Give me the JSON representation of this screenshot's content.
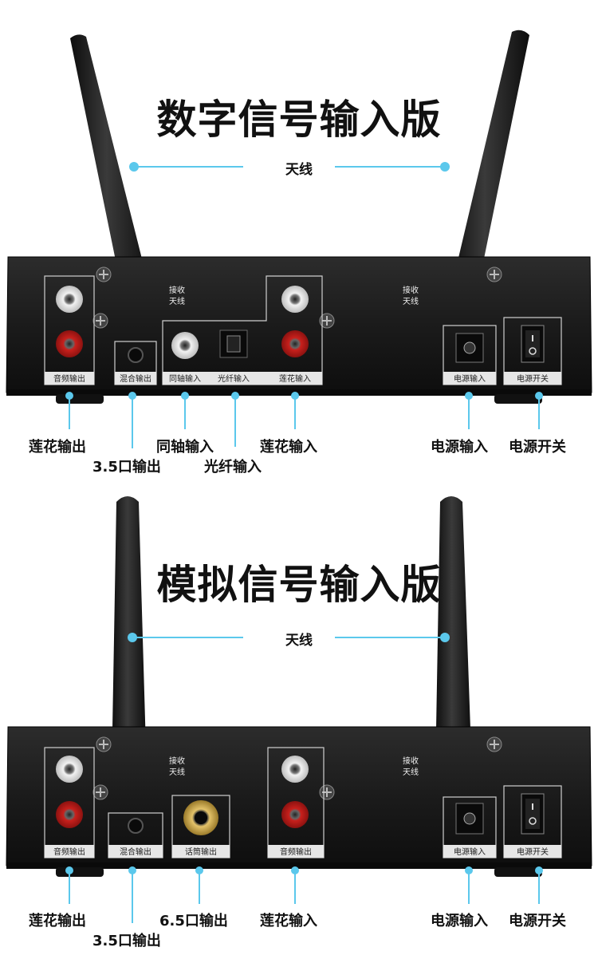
{
  "digital": {
    "title": "数字信号输入版",
    "antenna": "天线",
    "receive_antenna_left": [
      "接收",
      "天线"
    ],
    "receive_antenna_right": [
      "接收",
      "天线"
    ],
    "panel_labels": {
      "audio_out": "音频输出",
      "mix_out": "混合输出",
      "coax_in": "同轴输入",
      "optical_in": "光纤输入",
      "rca_in": "莲花输入",
      "power_in": "电源输入",
      "power_switch": "电源开关"
    },
    "callouts": {
      "rca_out": "莲花输出",
      "jack35_out": "3.5口输出",
      "coax_in": "同轴输入",
      "optical_in": "光纤输入",
      "rca_in": "莲花输入",
      "power_in": "电源输入",
      "power_switch": "电源开关"
    }
  },
  "analog": {
    "title": "模拟信号输入版",
    "antenna": "天线",
    "receive_antenna_left": [
      "接收",
      "天线"
    ],
    "receive_antenna_right": [
      "接收",
      "天线"
    ],
    "panel_labels": {
      "audio_out_left": "音频输出",
      "mix_out": "混合输出",
      "mic_out": "话筒输出",
      "audio_out_right": "音频输出",
      "power_in": "电源输入",
      "power_switch": "电源开关"
    },
    "callouts": {
      "rca_out": "莲花输出",
      "jack35_out": "3.5口输出",
      "jack65_out": "6.5口输出",
      "rca_in": "莲花输入",
      "power_in": "电源输入",
      "power_switch": "电源开关"
    }
  },
  "colors": {
    "accent_line": "#5bc8ec",
    "device_body": "#1a1a1a",
    "rca_red": "#c8201c",
    "rca_white": "#e8e8e8",
    "gold": "#c9a447"
  }
}
